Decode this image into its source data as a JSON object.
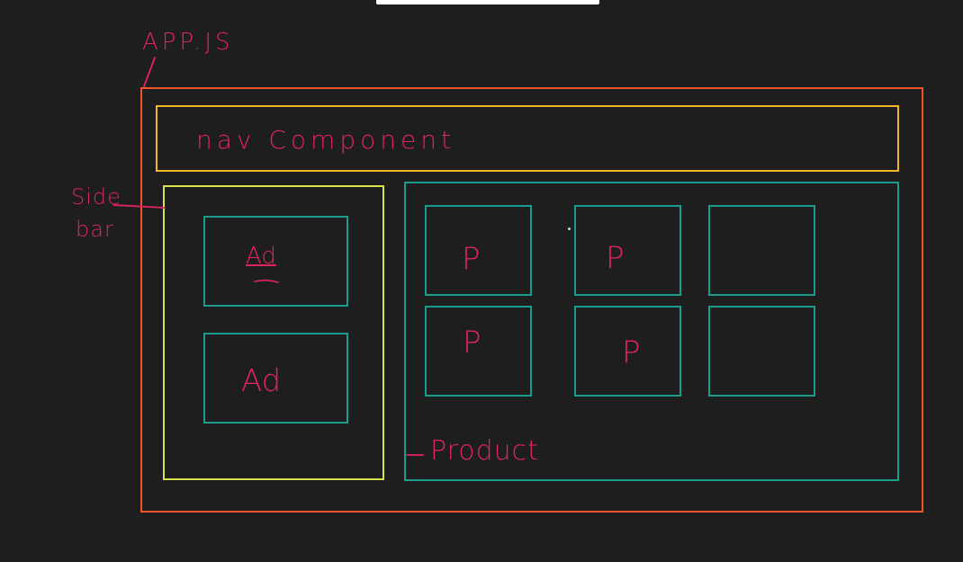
{
  "colors": {
    "background": "#1e1e1e",
    "app_border": "#f0552a",
    "nav_border": "#f5b52c",
    "sidebar_border": "#d8e04a",
    "teal_border": "#1a9b8c",
    "handwriting": "#e0245e"
  },
  "labels": {
    "app": "APP.JS",
    "nav": "nav Component",
    "sidebar_line1": "Side",
    "sidebar_line2": "bar",
    "product": "Product",
    "ad1": "Ad",
    "ad2": "Ad",
    "p1": "P",
    "p2": "P",
    "p4": "P",
    "p5": "P"
  }
}
